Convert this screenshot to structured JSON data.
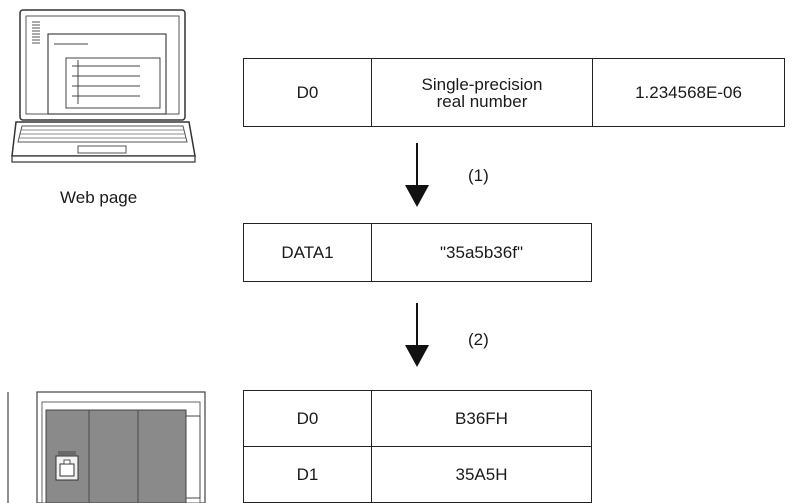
{
  "laptop": {
    "caption": "Web page"
  },
  "source_table": {
    "device": "D0",
    "type_line1": "Single-precision",
    "type_line2": "real number",
    "value": "1.234568E-06"
  },
  "step1": {
    "label": "(1)"
  },
  "string_table": {
    "name": "DATA1",
    "value": "\"35a5b36f\""
  },
  "step2": {
    "label": "(2)"
  },
  "result_table": {
    "rows": [
      {
        "device": "D0",
        "value": "B36FH"
      },
      {
        "device": "D1",
        "value": "35A5H"
      }
    ]
  }
}
